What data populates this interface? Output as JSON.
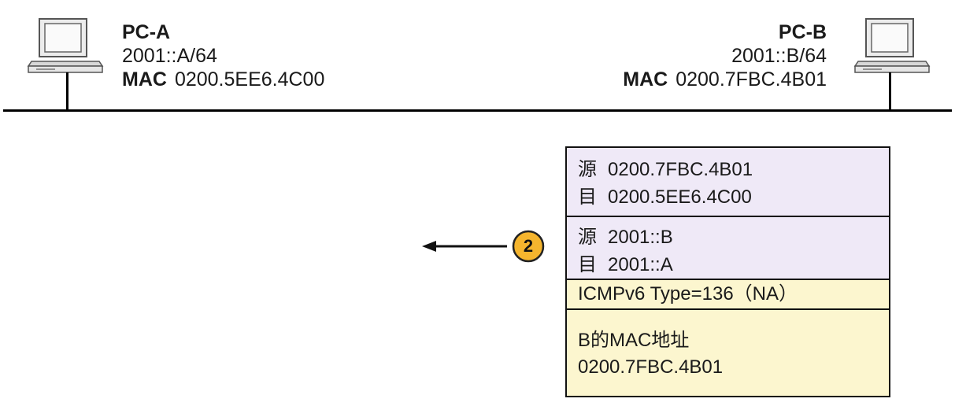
{
  "pc_a": {
    "name": "PC-A",
    "ipv6": "2001::A/64",
    "mac_label": "MAC",
    "mac": "0200.5EE6.4C00"
  },
  "pc_b": {
    "name": "PC-B",
    "ipv6": "2001::B/64",
    "mac_label": "MAC",
    "mac": "0200.7FBC.4B01"
  },
  "step": "2",
  "packet": {
    "mac_header": {
      "src_label": "源",
      "src": "0200.7FBC.4B01",
      "dst_label": "目",
      "dst": "0200.5EE6.4C00"
    },
    "ip_header": {
      "src_label": "源",
      "src": "2001::B",
      "dst_label": "目",
      "dst": "2001::A"
    },
    "icmp": "ICMPv6 Type=136（NA）",
    "payload": {
      "line1": "B的MAC地址",
      "line2": "0200.7FBC.4B01"
    }
  },
  "colors": {
    "header_fill": "#efe9f7",
    "payload_fill": "#fcf6cf",
    "step_badge": "#f5b52e"
  },
  "icons": {
    "pc_a": "desktop-computer-icon",
    "pc_b": "desktop-computer-icon",
    "arrow": "left-arrow-icon"
  }
}
